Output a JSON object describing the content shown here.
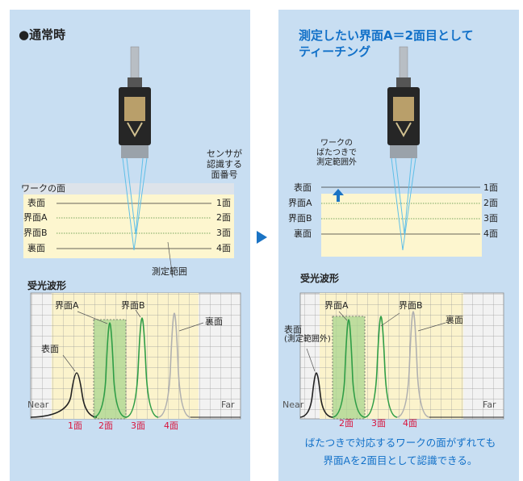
{
  "left": {
    "title": "●通常時",
    "sensor_header": [
      "センサが",
      "認識する",
      "面番号"
    ],
    "work_surface_header": "ワークの面",
    "surfaces": [
      "表面",
      "界面A",
      "界面B",
      "裏面"
    ],
    "face_numbers": [
      "1面",
      "2面",
      "3面",
      "4面"
    ],
    "measure_range_label": "測定範囲",
    "waveform_title": "受光波形",
    "peak_labels": [
      "表面",
      "界面A",
      "界面B",
      "裏面"
    ],
    "near_label": "Near",
    "far_label": "Far",
    "bottom_faces": [
      "1面",
      "2面",
      "3面",
      "4面"
    ]
  },
  "right": {
    "title_lines": [
      "測定したい界面A＝2面目として",
      "ティーチング"
    ],
    "flutter_note": [
      "ワークの",
      "ばたつきで",
      "測定範囲外"
    ],
    "surfaces": [
      "表面",
      "界面A",
      "界面B",
      "裏面"
    ],
    "face_numbers": [
      "1面",
      "2面",
      "3面",
      "4面"
    ],
    "waveform_title": "受光波形",
    "peak_labels": [
      "界面A",
      "界面B",
      "裏面"
    ],
    "outside_label": [
      "表面",
      "(測定範囲外)"
    ],
    "near_label": "Near",
    "far_label": "Far",
    "bottom_faces": [
      "2面",
      "3面",
      "4面"
    ],
    "conclusion": [
      "ばたつきで対応するワークの面がずれても",
      "界面Aを2面目として認識できる。"
    ]
  },
  "colors": {
    "panel_bg": "#c8def2",
    "title_blue": "#1170c8",
    "face_red": "#d8143c",
    "range_yellow": "#fdf6cf",
    "peak_green": "#2e9d46"
  }
}
